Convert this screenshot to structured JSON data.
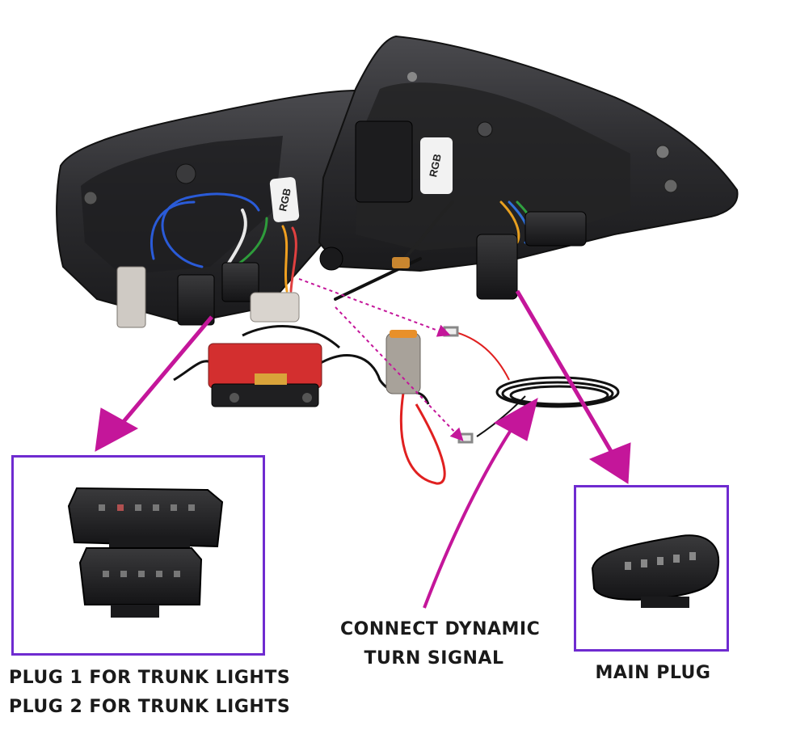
{
  "labels": {
    "plug_1": "PLUG 1 FOR TRUNK LIGHTS",
    "plug_2": "PLUG 2 FOR TRUNK LIGHTS",
    "connect_line1": "CONNECT DYNAMIC",
    "connect_line2": "TURN SIGNAL",
    "main_plug": "MAIN PLUG",
    "badge_left": "RGB",
    "badge_right": "RGB"
  },
  "colors": {
    "frame_purple": "#6f2bd0",
    "arrow_magenta": "#c4169a",
    "housing_dark": "#2a2a2c",
    "wire_red": "#e02020"
  }
}
